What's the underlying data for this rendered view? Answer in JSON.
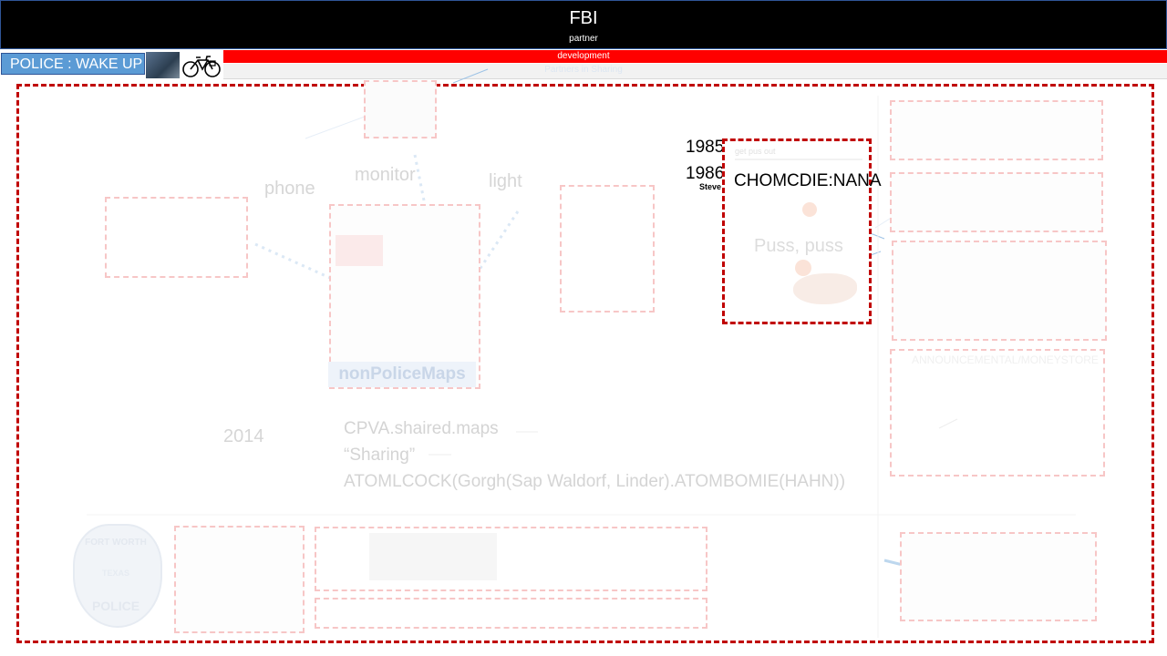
{
  "header": {
    "title": "FBI",
    "subtitle": "partner"
  },
  "police_bar": {
    "label": "POLICE : WAKE UP"
  },
  "red_bar": {
    "text": "development"
  },
  "faint_bar": {
    "text": "Partners in Sharing"
  },
  "diagram": {
    "labels": {
      "phone": "phone",
      "monitor": "monitor",
      "light": "light",
      "maps": "nonPoliceMaps",
      "year": "2014",
      "puss": "Puss, puss"
    },
    "years": [
      "1985",
      "1986"
    ],
    "overlay_strip": "get pus out",
    "small_caption": "Steve",
    "code_name": "CHOMCDIE:NANA",
    "lines": [
      "CPVA.shaired.maps",
      "“Sharing”",
      "ATOMLCOCK(Gorgh(Sap Waldorf, Linder).ATOMBOMIE(HAHN))"
    ],
    "right_caption": "ANNOUNCEMENTAL/MONEYSTORE"
  },
  "badge": {
    "top": "FORT WORTH",
    "mid": "TEXAS",
    "bottom": "POLICE"
  },
  "colors": {
    "accent_red": "#c00000",
    "bar_red": "#ff0000",
    "blue": "#5b9bd5",
    "header": "#000000"
  }
}
